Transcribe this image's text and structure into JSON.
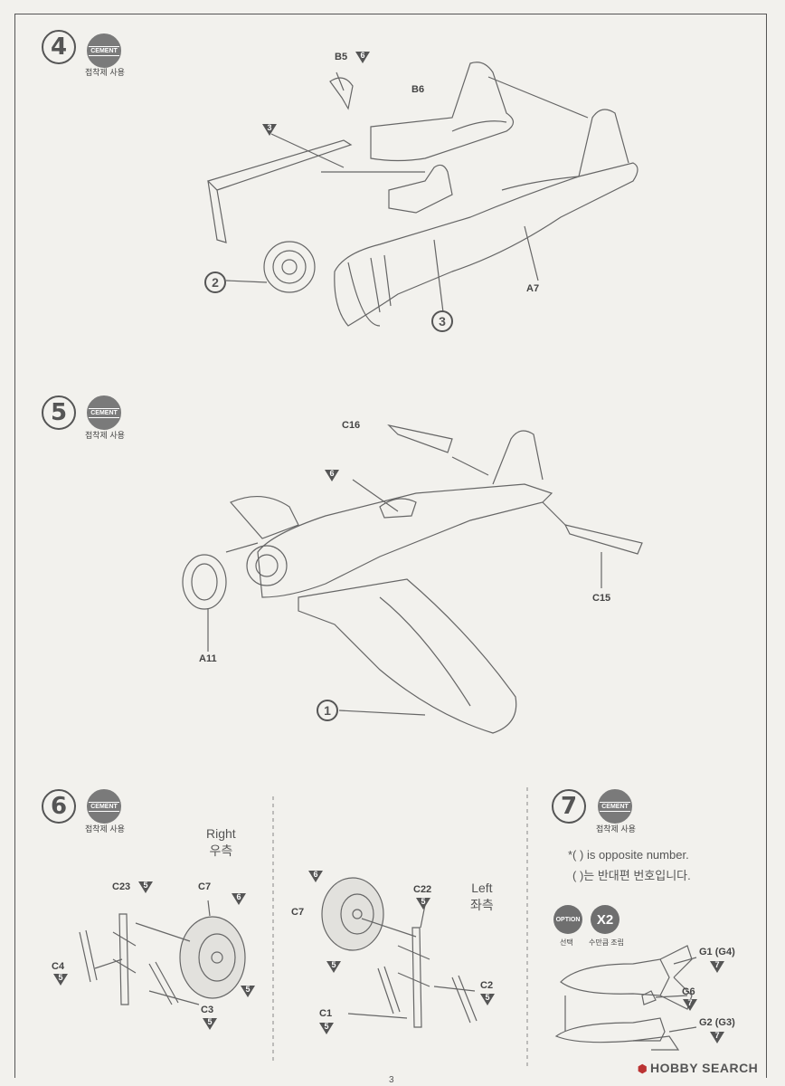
{
  "steps": [
    {
      "number": "4",
      "cement_badge": "CEMENT",
      "cement_note": "접착제 사용"
    },
    {
      "number": "5",
      "cement_badge": "CEMENT",
      "cement_note": "접착제 사용"
    },
    {
      "number": "6",
      "cement_badge": "CEMENT",
      "cement_note": "접착제 사용"
    },
    {
      "number": "7",
      "cement_badge": "CEMENT",
      "cement_note": "접착제 사용"
    }
  ],
  "step4": {
    "parts": {
      "b5": "B5",
      "b6": "B6",
      "a7": "A7"
    },
    "paint": {
      "b5": "6",
      "left_tri": "3"
    },
    "sub_assemblies": {
      "left": "2",
      "bottom": "3"
    }
  },
  "step5": {
    "parts": {
      "c16": "C16",
      "c15": "C15",
      "a11": "A11"
    },
    "paint": {
      "cockpit": "6"
    },
    "sub_assemblies": {
      "wing": "1"
    }
  },
  "step6": {
    "right_side": {
      "en": "Right",
      "ko": "우측"
    },
    "left_side": {
      "en": "Left",
      "ko": "좌측"
    },
    "parts_right": {
      "c23": "C23",
      "c7": "C7",
      "c4": "C4",
      "c3": "C3"
    },
    "paint_right": {
      "c23": "5",
      "c7": "6",
      "c4": "5",
      "c3": "5",
      "wheel": "5"
    },
    "parts_left": {
      "c7": "C7",
      "c22": "C22",
      "c2": "C2",
      "c1": "C1"
    },
    "paint_left": {
      "top": "6",
      "c22": "5",
      "wheel": "5",
      "c2": "5",
      "c1": "5"
    }
  },
  "step7": {
    "note_en": "*(    ) is opposite number.",
    "note_ko": "(    )는 반대편 번호입니다.",
    "option_badge": "OPTION",
    "option_label": "선택",
    "x2_badge": "X2",
    "x2_label": "수만큼 조립",
    "parts": {
      "g1": "G1 (G4)",
      "g6": "G6",
      "g2": "G2 (G3)"
    },
    "paint": {
      "g1": "7",
      "g6": "7",
      "g2": "7"
    }
  },
  "page_number": "3",
  "watermark": "HOBBY SEARCH"
}
